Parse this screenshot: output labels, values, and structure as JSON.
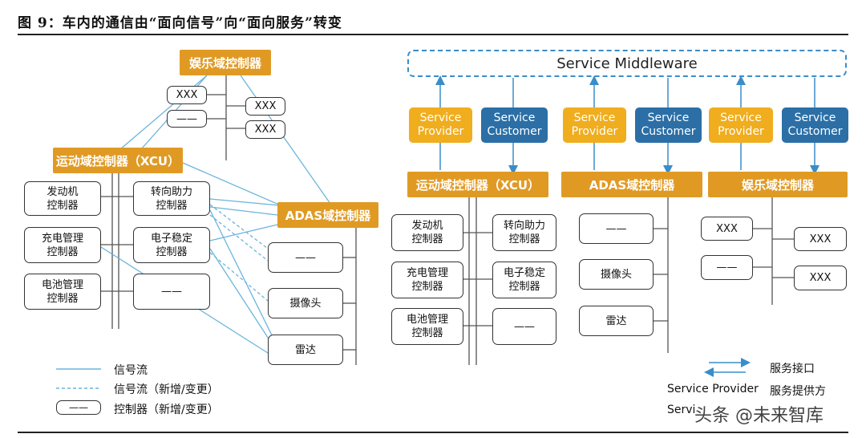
{
  "figure_title": "图 9：车内的通信由“面向信号”向“面向服务”转变",
  "colors": {
    "domain": "#e09a24",
    "provider": "#f0ad1e",
    "customer": "#2b6fa6",
    "signal_line": "#6cb4dd",
    "middleware_border": "#3a8dc9"
  },
  "left": {
    "domain_entertainment": "娱乐域控制器",
    "domain_motion": "运动域控制器（XCU）",
    "domain_adas": "ADAS域控制器",
    "ent_ctrl_1": "XXX",
    "ent_ctrl_2": "——",
    "ent_ctrl_3": "XXX",
    "ent_ctrl_4": "XXX",
    "engine": "发动机\n控制器",
    "charge": "充电管理\n控制器",
    "battery": "电池管理\n控制器",
    "steering": "转向助力\n控制器",
    "esc": "电子稳定\n控制器",
    "motion_new": "——",
    "adas_new": "——",
    "camera": "摄像头",
    "radar": "雷达"
  },
  "legend_left": {
    "signal": "信号流",
    "signal_new": "信号流（新增/变更）",
    "controller_new": "控制器（新增/变更）",
    "controller_symbol": "——"
  },
  "right": {
    "middleware": "Service Middleware",
    "provider_label": "Service\nProvider",
    "customer_label": "Service\nCustomer",
    "domain_motion": "运动域控制器（XCU）",
    "domain_adas": "ADAS域控制器",
    "domain_entertainment": "娱乐域控制器",
    "engine": "发动机\n控制器",
    "charge": "充电管理\n控制器",
    "battery": "电池管理\n控制器",
    "steering": "转向助力\n控制器",
    "esc": "电子稳定\n控制器",
    "motion_new": "——",
    "adas_new": "——",
    "camera": "摄像头",
    "radar": "雷达",
    "ent_ctrl_1": "XXX",
    "ent_ctrl_2": "XXX",
    "ent_ctrl_3": "——",
    "ent_ctrl_4": "XXX"
  },
  "legend_right": {
    "interface": "服务接口",
    "provider_key": "Service Provider",
    "provider_value": "服务提供方",
    "customer_key": "Servi"
  },
  "watermark": "头条 @未来智库"
}
